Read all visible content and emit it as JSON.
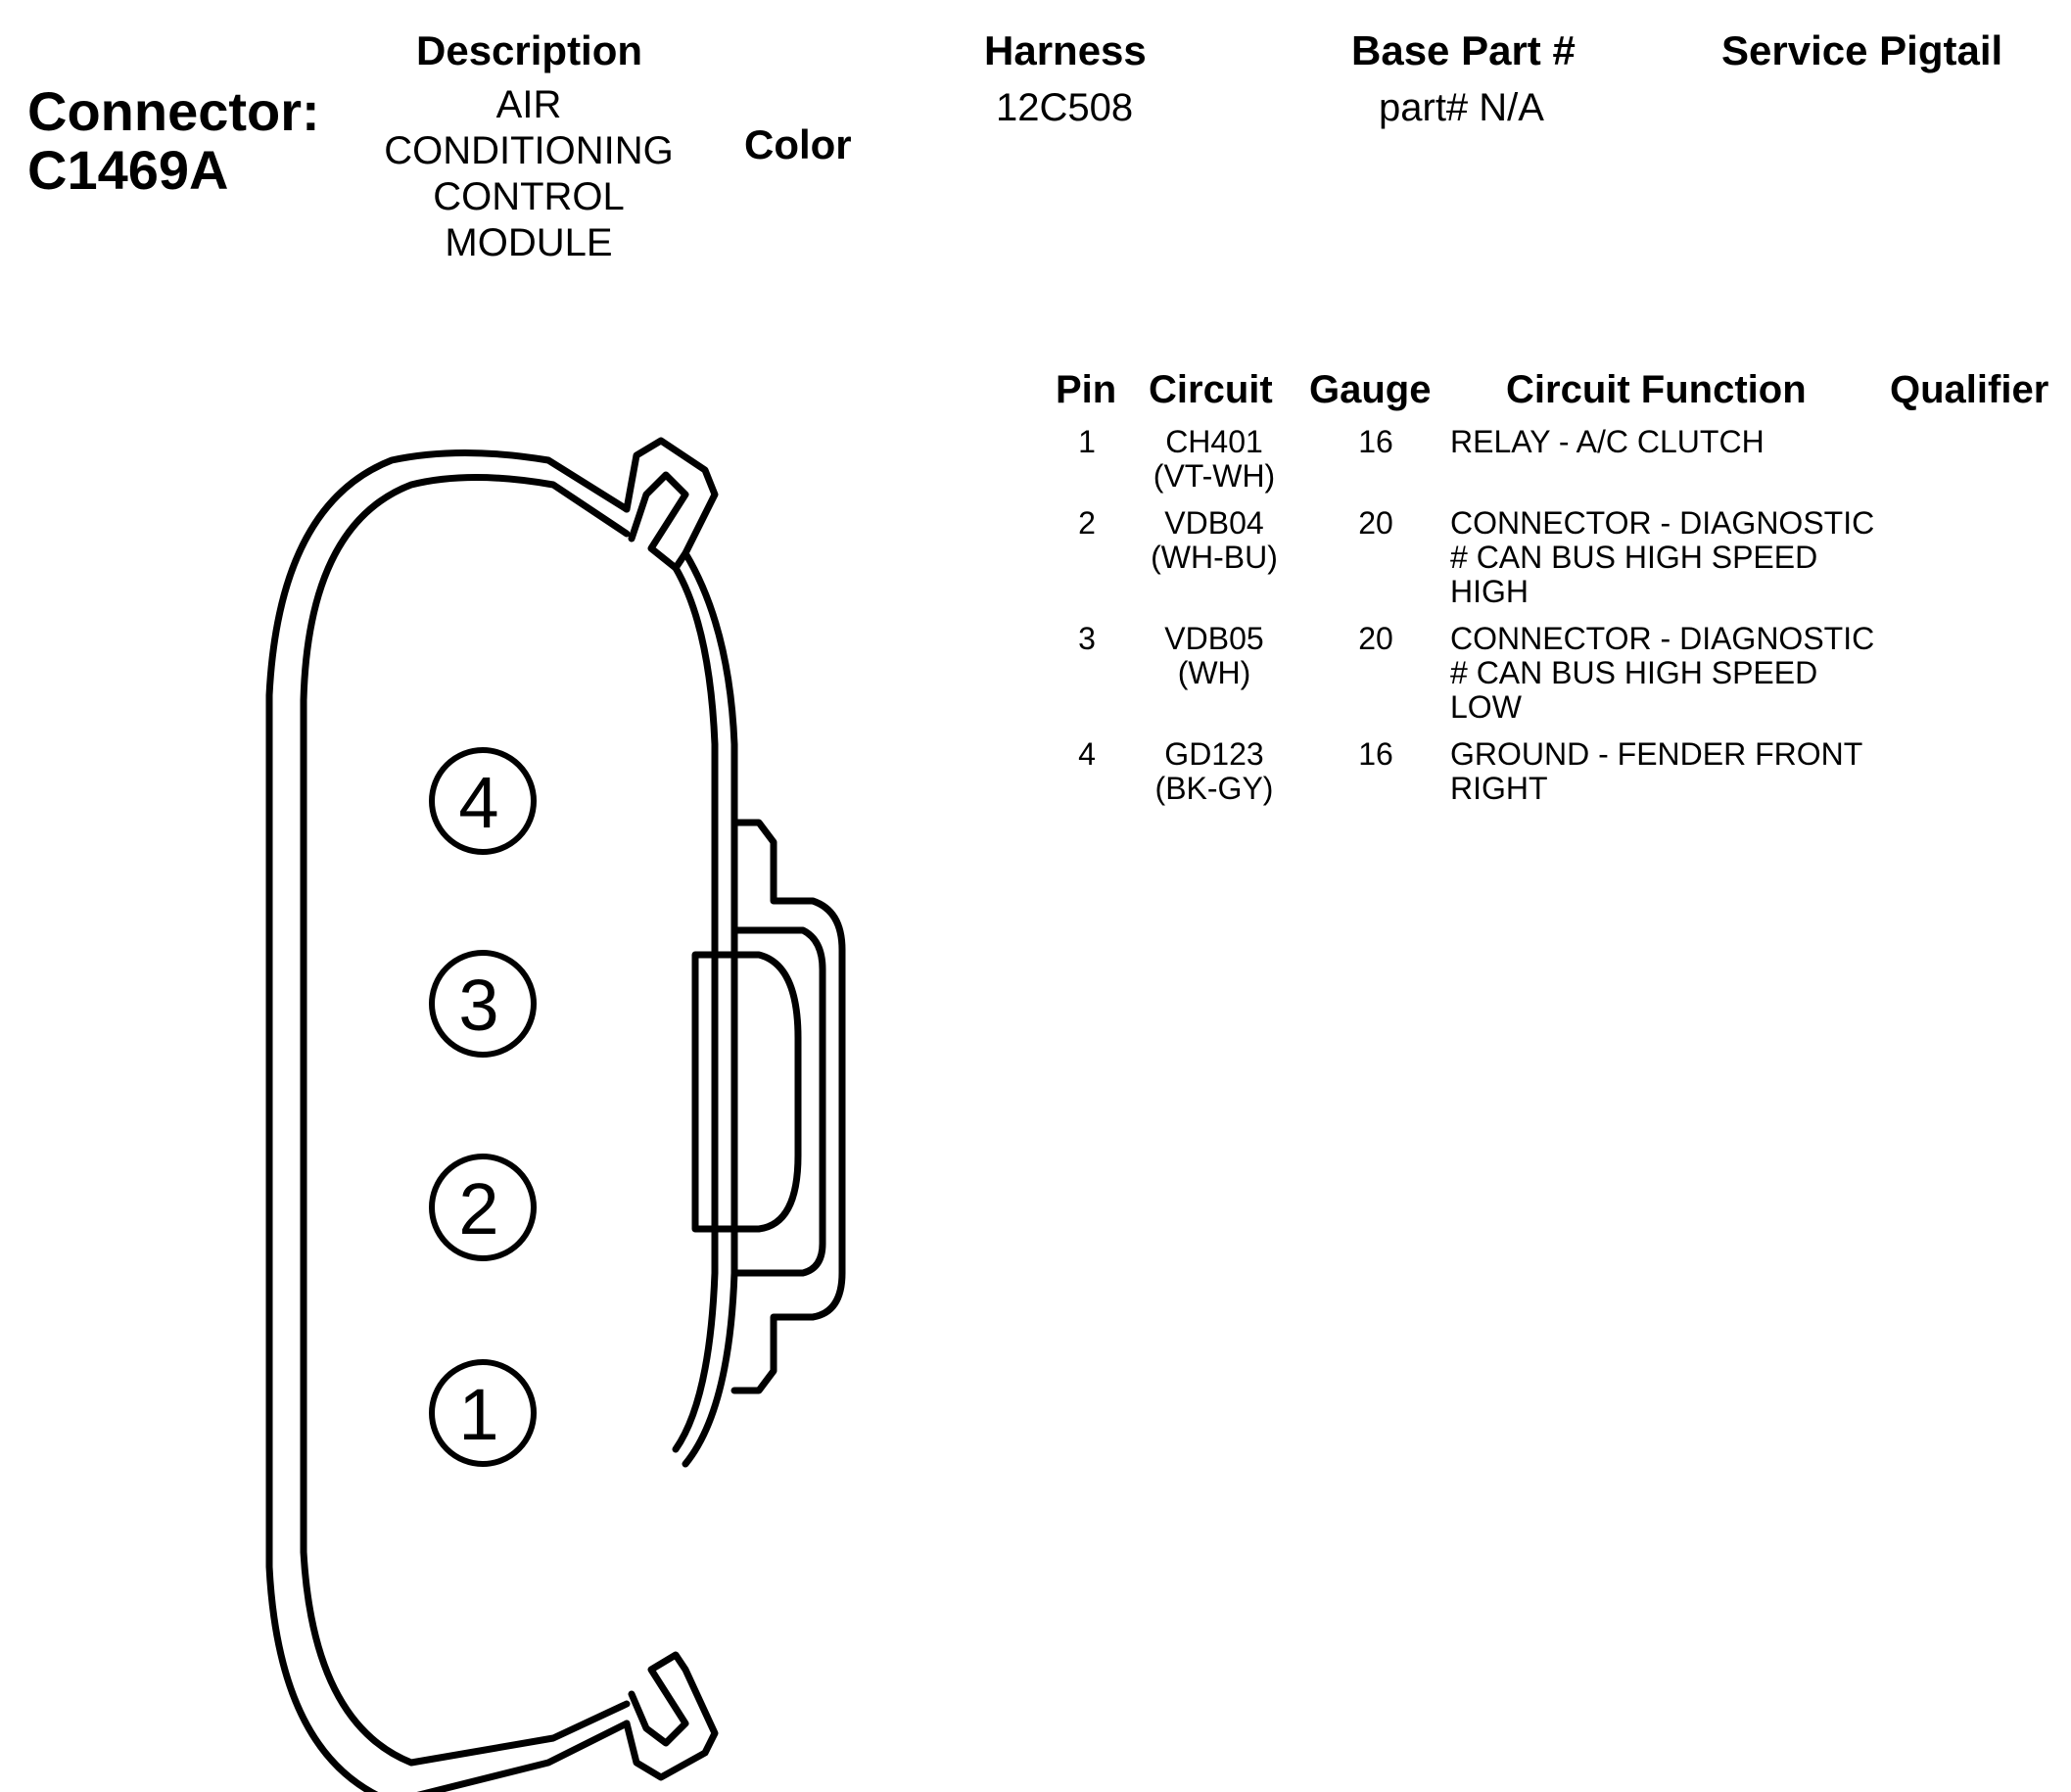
{
  "connector": {
    "label": "Connector:",
    "id": "C1469A"
  },
  "header": {
    "description_label": "Description",
    "description_lines": [
      "AIR",
      "CONDITIONING",
      "CONTROL",
      "MODULE"
    ],
    "color_label": "Color",
    "harness_label": "Harness",
    "harness_value": "12C508",
    "base_part_label": "Base Part #",
    "base_part_value": "part# N/A",
    "service_pigtail_label": "Service Pigtail"
  },
  "pin_table": {
    "columns": [
      "Pin",
      "Circuit",
      "Gauge",
      "Circuit Function",
      "Qualifier"
    ],
    "rows": [
      {
        "pin": "1",
        "circuit": "CH401",
        "wire_color": "(VT-WH)",
        "gauge": "16",
        "function_lines": [
          "RELAY - A/C CLUTCH"
        ]
      },
      {
        "pin": "2",
        "circuit": "VDB04",
        "wire_color": "(WH-BU)",
        "gauge": "20",
        "function_lines": [
          "CONNECTOR - DIAGNOSTIC",
          "# CAN BUS HIGH SPEED",
          "HIGH"
        ]
      },
      {
        "pin": "3",
        "circuit": "VDB05",
        "wire_color": "(WH)",
        "gauge": "20",
        "function_lines": [
          "CONNECTOR - DIAGNOSTIC",
          "# CAN BUS HIGH SPEED",
          "LOW"
        ]
      },
      {
        "pin": "4",
        "circuit": "GD123",
        "wire_color": "(BK-GY)",
        "gauge": "16",
        "function_lines": [
          "GROUND - FENDER FRONT",
          "RIGHT"
        ]
      }
    ]
  },
  "diagram": {
    "pin_labels": [
      "4",
      "3",
      "2",
      "1"
    ]
  }
}
